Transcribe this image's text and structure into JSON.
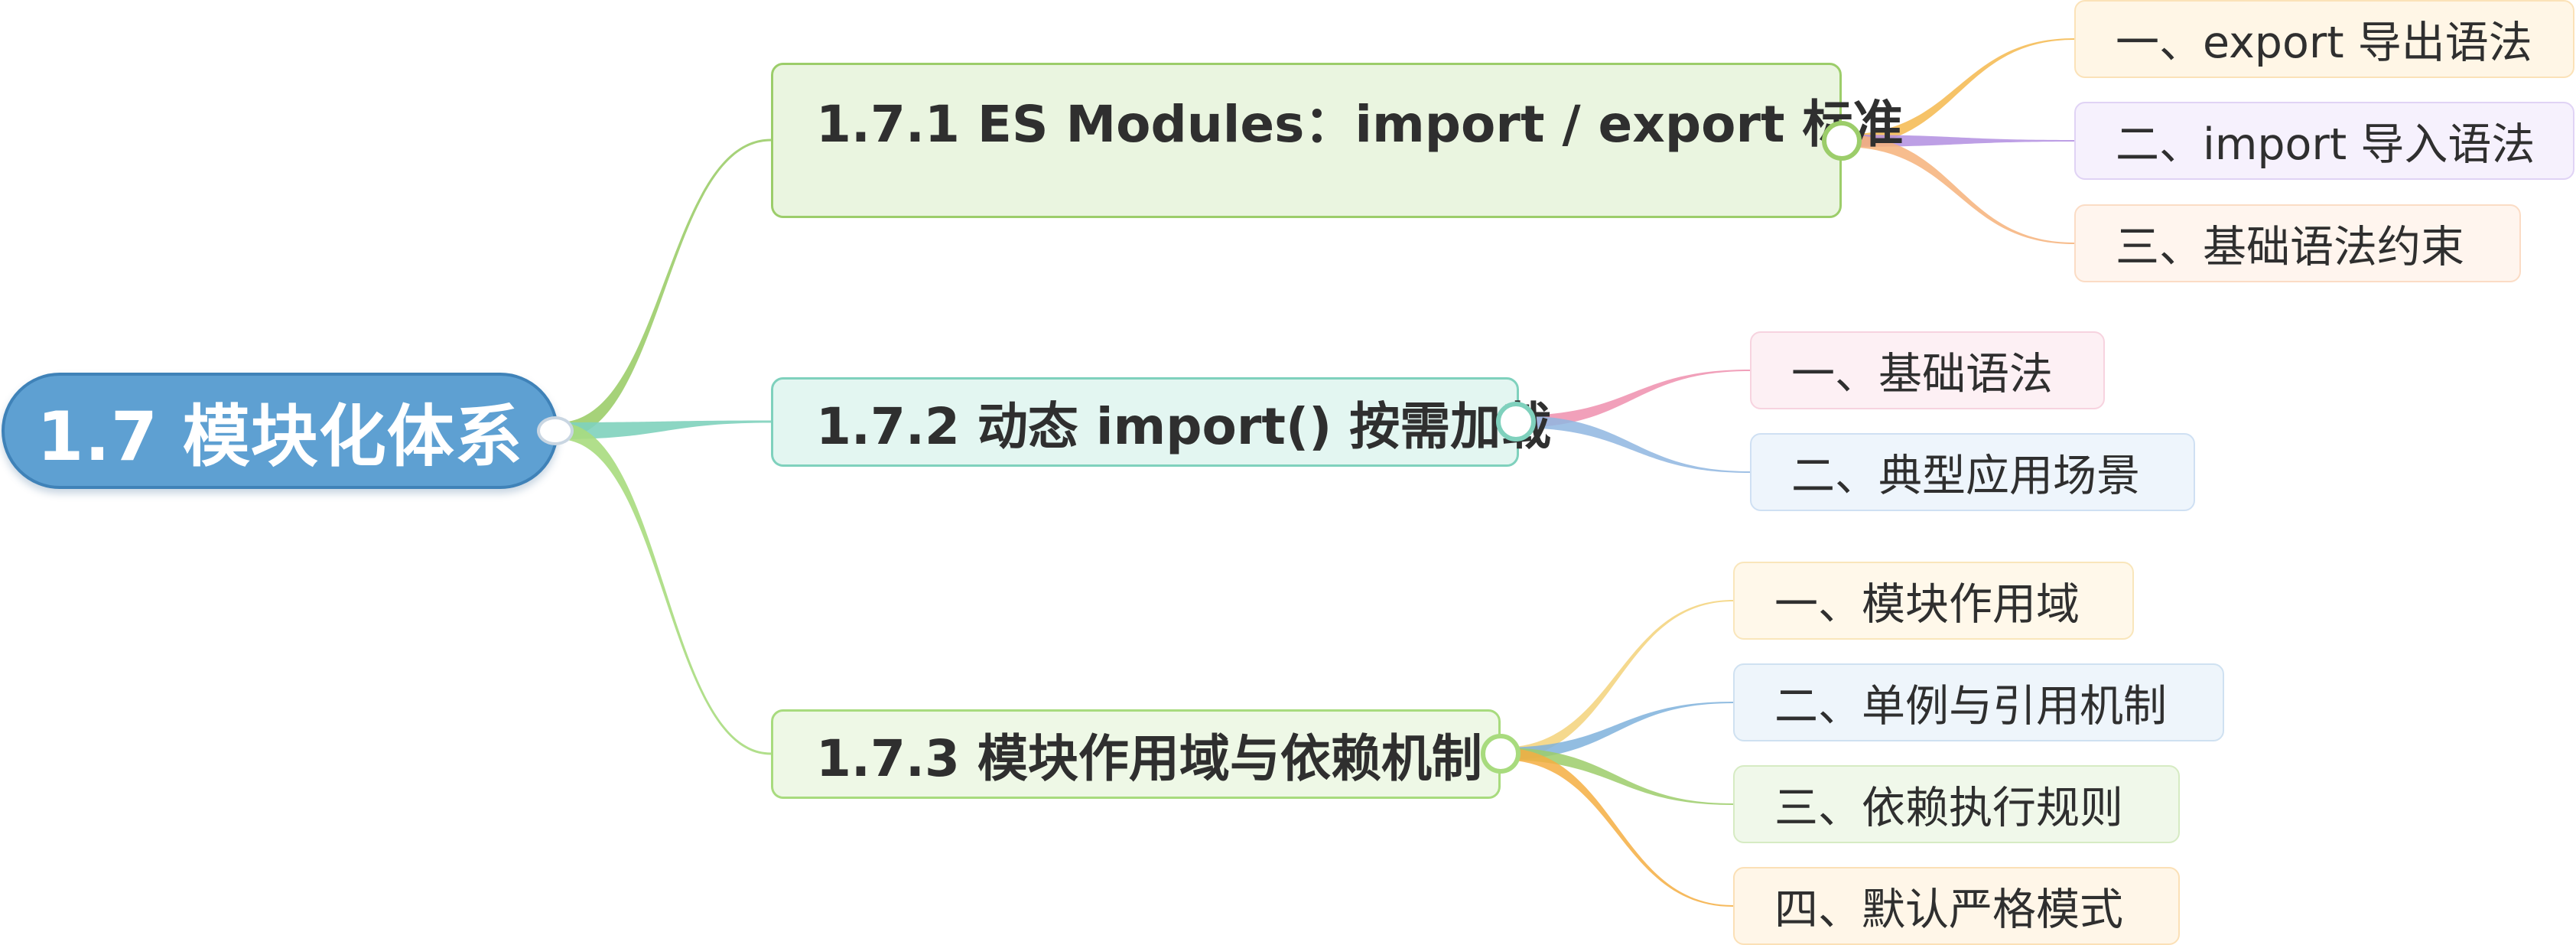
{
  "root": {
    "label": "1.7 模块化体系"
  },
  "branches": [
    {
      "label": "1.7.1 ES Modules：import / export 标准",
      "color": "#9ccd6a",
      "fill": "#eaf5e0",
      "leaves": [
        {
          "label": "一、export 导出语法",
          "color": "#f4b94e",
          "fill": "#fff6e6",
          "border": "#fbe2b8"
        },
        {
          "label": "二、import 导入语法",
          "color": "#b28ee0",
          "fill": "#f6f1fd",
          "border": "#e0d3f5"
        },
        {
          "label": "三、基础语法约束",
          "color": "#f6b27a",
          "fill": "#fff5ee",
          "border": "#fbdcc5"
        }
      ]
    },
    {
      "label": "1.7.2 动态 import() 按需加载",
      "color": "#7fd1bd",
      "fill": "#e3f6f1",
      "leaves": [
        {
          "label": "一、基础语法",
          "color": "#ef8fae",
          "fill": "#fdf0f4",
          "border": "#f7d3df"
        },
        {
          "label": "二、典型应用场景",
          "color": "#8fb6e0",
          "fill": "#eef5fc",
          "border": "#cfe0f3"
        }
      ]
    },
    {
      "label": "1.7.3 模块作用域与依赖机制",
      "color": "#a8db7e",
      "fill": "#eef8e6",
      "leaves": [
        {
          "label": "一、模块作用域",
          "color": "#f3d27a",
          "fill": "#fff8ea",
          "border": "#f9e6bb"
        },
        {
          "label": "二、单例与引用机制",
          "color": "#7fb2dc",
          "fill": "#eef5fb",
          "border": "#cfe1f1"
        },
        {
          "label": "三、依赖执行规则",
          "color": "#9ccd6a",
          "fill": "#f0f8ea",
          "border": "#d6ebc3"
        },
        {
          "label": "四、默认严格模式",
          "color": "#f4ae42",
          "fill": "#fff6e8",
          "border": "#fbe0b6"
        }
      ]
    }
  ]
}
